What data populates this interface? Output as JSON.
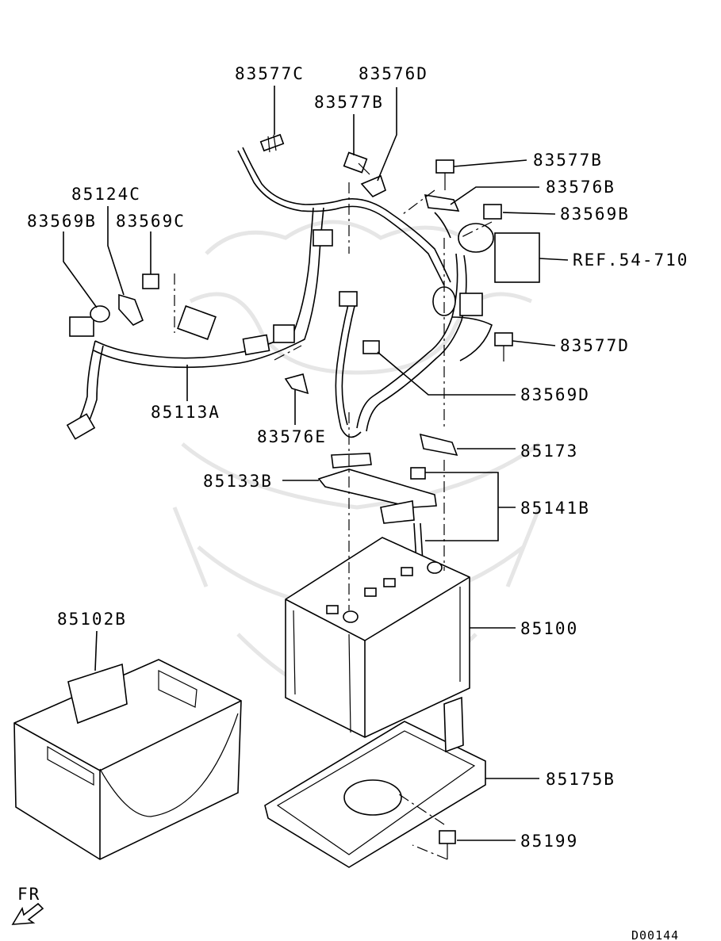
{
  "labels": {
    "p83577C": "83577C",
    "p83576D": "83576D",
    "p83577B_top": "83577B",
    "p83577B_right": "83577B",
    "p83576B": "83576B",
    "p83569B_right": "83569B",
    "p85124C": "85124C",
    "p83569B_left": "83569B",
    "p83569C": "83569C",
    "ref": "REF.54-710",
    "p83577D": "83577D",
    "p83569D": "83569D",
    "p85113A": "85113A",
    "p83576E": "83576E",
    "p85173": "85173",
    "p85133B": "85133B",
    "p85141B": "85141B",
    "p85100": "85100",
    "p85102B": "85102B",
    "p85175B": "85175B",
    "p85199": "85199",
    "fr": "FR",
    "code": "D00144"
  },
  "icons": {
    "watermark": "samurai-helmet-watermark",
    "direction": "front-direction-arrow-icon"
  },
  "colors": {
    "ink": "#000000",
    "watermark": "#e6e6e6",
    "background": "#ffffff"
  }
}
